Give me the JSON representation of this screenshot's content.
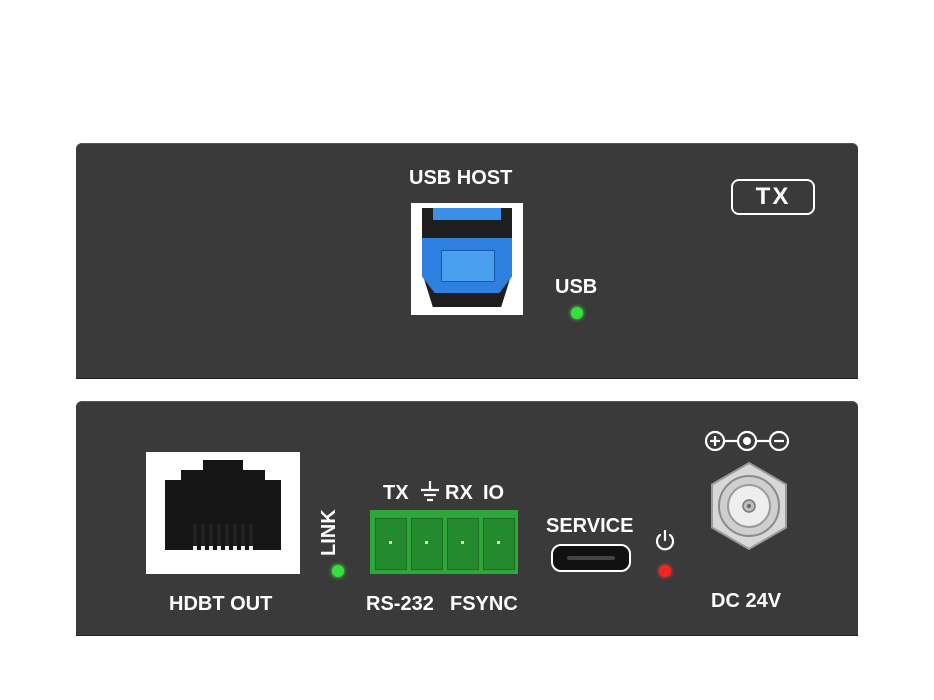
{
  "top_panel": {
    "usb_host_label": "USB HOST",
    "usb_led_label": "USB",
    "tx_badge": "TX",
    "usb_led_color": "#35e03a"
  },
  "bottom_panel": {
    "hdbt_label": "HDBT OUT",
    "link_label": "LINK",
    "terminal_top_labels": [
      "TX",
      "RX",
      "IO"
    ],
    "rs232_label": "RS-232",
    "fsync_label": "FSYNC",
    "service_label": "SERVICE",
    "dc_label": "DC 24V",
    "link_led_color": "#35e03a",
    "power_led_color": "#ff2020",
    "icons": [
      "ground-icon",
      "power-icon",
      "dc-polarity-icon"
    ]
  }
}
